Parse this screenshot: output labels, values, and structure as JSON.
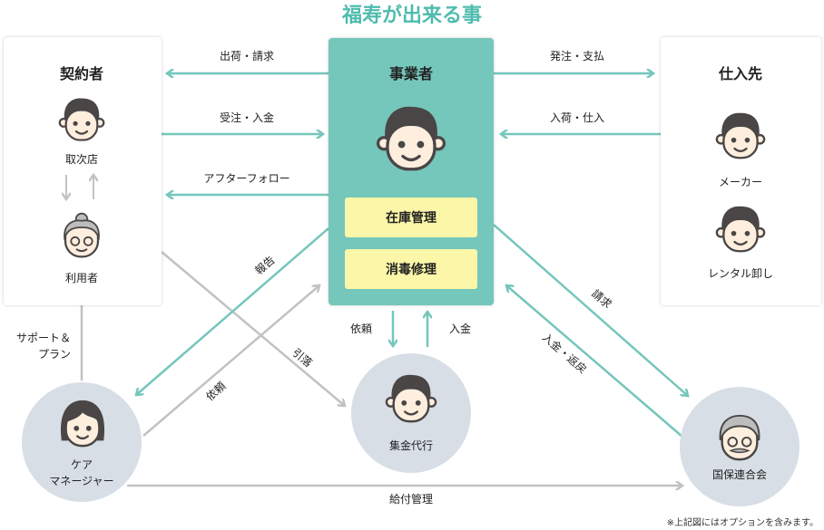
{
  "title": "福寿が出来る事",
  "colors": {
    "teal": "#74c6bb",
    "title": "#4fbcae",
    "grey_line": "#c2c2c2",
    "circle": "#d7dee6",
    "yellow": "#fbf6a8"
  },
  "contractor": {
    "heading": "契約者",
    "agency": "取次店",
    "user": "利用者"
  },
  "business": {
    "heading": "事業者",
    "inventory": "在庫管理",
    "disinfection": "消毒修理"
  },
  "supplier": {
    "heading": "仕入先",
    "maker": "メーカー",
    "rental": "レンタル卸し"
  },
  "care_manager": {
    "line1": "ケア",
    "line2": "マネージャー"
  },
  "collection": {
    "label": "集金代行"
  },
  "kokuho": {
    "label": "国保連合会"
  },
  "arrows": {
    "ship_bill": "出荷・請求",
    "order_payment_in": "受注・入金",
    "after_follow": "アフターフォロー",
    "order_pay_out": "発注・支払",
    "arrival_purchase": "入荷・仕入",
    "report": "報告",
    "request_cm": "依頼",
    "debit": "引落",
    "request_down": "依頼",
    "deposit_up": "入金",
    "billing": "請求",
    "deposit_return": "入金・返戻",
    "benefit_mgmt": "給付管理",
    "support_plan_1": "サポート＆",
    "support_plan_2": "プラン"
  },
  "footnote": "※上記図にはオプションを含みます。"
}
